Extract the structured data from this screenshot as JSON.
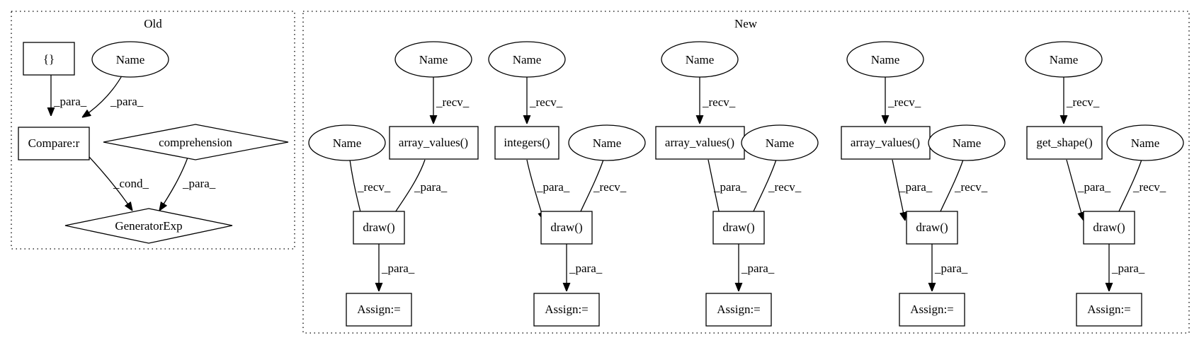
{
  "clusters": {
    "old": {
      "label": "Old"
    },
    "new": {
      "label": "New"
    }
  },
  "nodes": {
    "old_braces": "{}",
    "old_name": "Name",
    "old_compare": "Compare:r",
    "old_comprehension": "comprehension",
    "old_genexp": "GeneratorExp",
    "n1_name_top": "Name",
    "n1_call": "array_values()",
    "n1_name_side": "Name",
    "n1_draw": "draw()",
    "n1_assign": "Assign:=",
    "n2_name_top": "Name",
    "n2_call": "integers()",
    "n2_name_side": "Name",
    "n2_draw": "draw()",
    "n2_assign": "Assign:=",
    "n3_name_top": "Name",
    "n3_call": "array_values()",
    "n3_name_side": "Name",
    "n3_draw": "draw()",
    "n3_assign": "Assign:=",
    "n4_name_top": "Name",
    "n4_call": "array_values()",
    "n4_name_side": "Name",
    "n4_draw": "draw()",
    "n4_assign": "Assign:=",
    "n5_name_top": "Name",
    "n5_call": "get_shape()",
    "n5_name_side": "Name",
    "n5_draw": "draw()",
    "n5_assign": "Assign:="
  },
  "edges": {
    "old_braces_compare": "_para_",
    "old_name_compare": "_para_",
    "old_compare_genexp": "_cond_",
    "old_comprehension_genexp": "_para_",
    "n1_top_call": "_recv_",
    "n1_side_draw": "_recv_",
    "n1_call_draw": "_para_",
    "n1_draw_assign": "_para_",
    "n2_top_call": "_recv_",
    "n2_call_draw": "_para_",
    "n2_side_draw": "_recv_",
    "n2_draw_assign": "_para_",
    "n3_top_call": "_recv_",
    "n3_call_draw": "_para_",
    "n3_side_draw": "_recv_",
    "n3_draw_assign": "_para_",
    "n4_top_call": "_recv_",
    "n4_call_draw": "_para_",
    "n4_side_draw": "_recv_",
    "n4_draw_assign": "_para_",
    "n5_top_call": "_recv_",
    "n5_call_draw": "_para_",
    "n5_side_draw": "_recv_",
    "n5_draw_assign": "_para_"
  }
}
